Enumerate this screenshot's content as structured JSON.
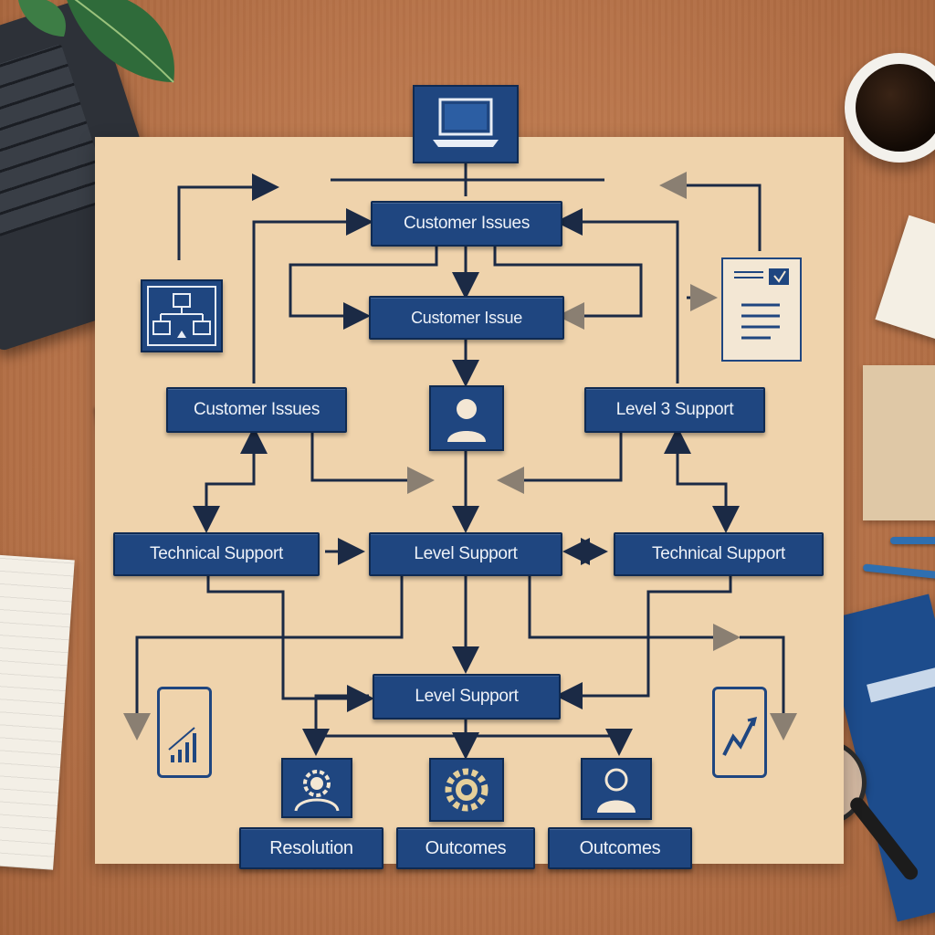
{
  "flowchart": {
    "nodes": {
      "top_customer_issues": "Customer Issues",
      "mid_customer_issue": "Customer Issue",
      "left_customer_issues": "Customer Issues",
      "level3_support": "Level 3 Support",
      "left_technical_support": "Technical Support",
      "center_level_support": "Level Support",
      "right_technical_support": "Technical Support",
      "lower_level_support": "Level Support",
      "resolution": "Resolution",
      "outcomes_center": "Outcomes",
      "outcomes_right": "Outcomes"
    },
    "icons": {
      "top": "laptop-icon",
      "center": "user-icon",
      "left_side": "network-diagram-icon",
      "right_side": "document-list-icon",
      "bottom_left_side": "phone-bar-chart-icon",
      "bottom_right_side": "phone-trend-icon",
      "resolution": "gear-head-icon",
      "outcomes_center": "gear-icon",
      "outcomes_right": "person-icon"
    }
  },
  "colors": {
    "node_blue": "#1f4680",
    "line": "#1b2a45",
    "paper": "#efd3ac",
    "desk": "#b8744a"
  }
}
